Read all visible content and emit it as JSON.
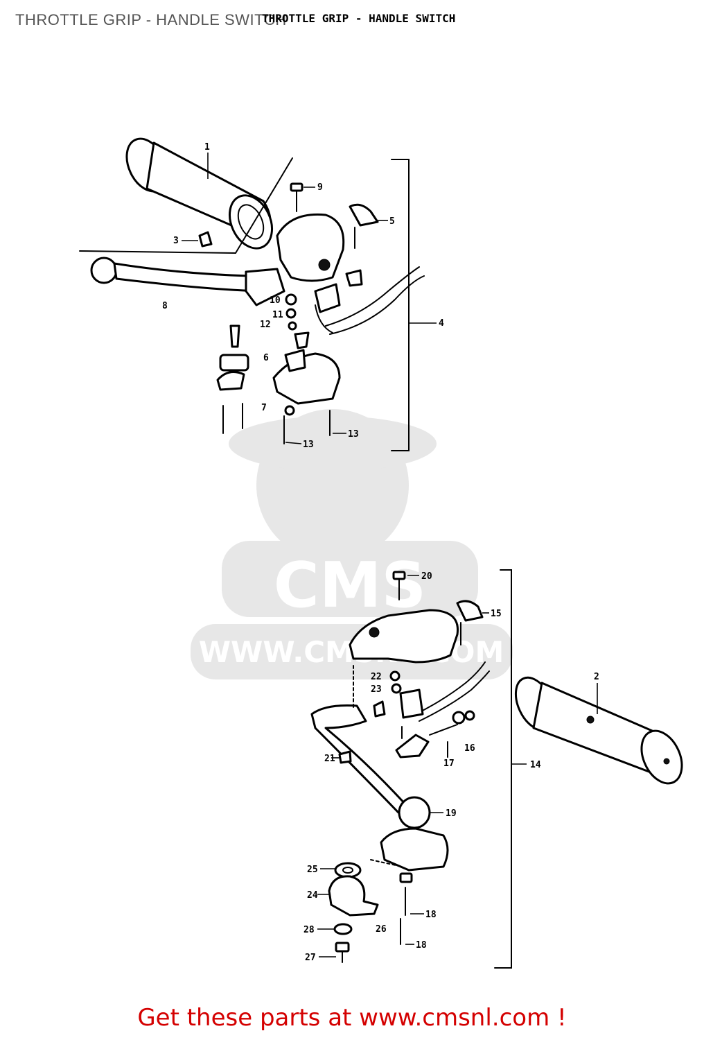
{
  "header": {
    "title": "THROTTLE GRIP - HANDLE SWITCH",
    "scan_title": "THROTTLE GRIP - HANDLE SWITCH"
  },
  "watermark": {
    "brand": "CMS",
    "url": "WWW.CMSNL.COM"
  },
  "footer": {
    "text": "Get these parts at www.cmsnl.com !"
  },
  "colors": {
    "footer_text": "#d40000",
    "header_text": "#555555",
    "watermark": "#e7e7e7"
  },
  "callouts": {
    "upper": [
      "1",
      "9",
      "5",
      "3",
      "8",
      "10",
      "11",
      "12",
      "4",
      "6",
      "7",
      "13",
      "13"
    ],
    "lower": [
      "20",
      "15",
      "22",
      "23",
      "2",
      "21",
      "17",
      "16",
      "14",
      "19",
      "25",
      "24",
      "26",
      "28",
      "18",
      "27",
      "18"
    ]
  }
}
